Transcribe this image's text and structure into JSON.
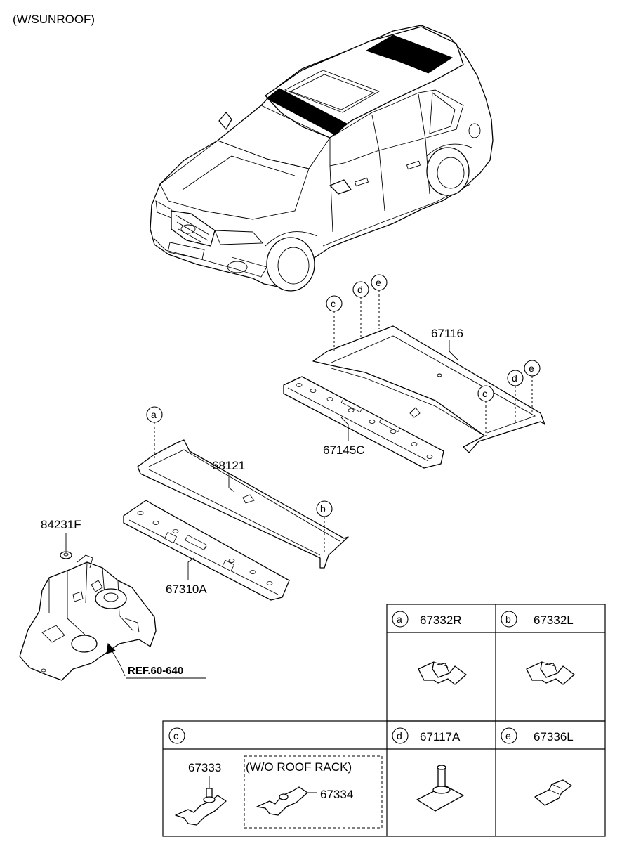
{
  "header": {
    "variant_note": "(W/SUNROOF)"
  },
  "parts": {
    "roof_panel": "67116",
    "roof_bow_front": "67145C",
    "header_panel": "68121",
    "front_rail": "67310A",
    "clip": "84231F"
  },
  "callouts": {
    "a": "a",
    "b": "b",
    "c": "c",
    "d": "d",
    "e": "e"
  },
  "reference": "REF.60-640",
  "legend": {
    "a": {
      "key": "a",
      "part": "67332R"
    },
    "b": {
      "key": "b",
      "part": "67332L"
    },
    "c": {
      "key": "c",
      "part": "67333",
      "note": "(W/O ROOF RACK)",
      "alt_part": "67334"
    },
    "d": {
      "key": "d",
      "part": "67117A"
    },
    "e": {
      "key": "e",
      "part": "67336L"
    }
  }
}
